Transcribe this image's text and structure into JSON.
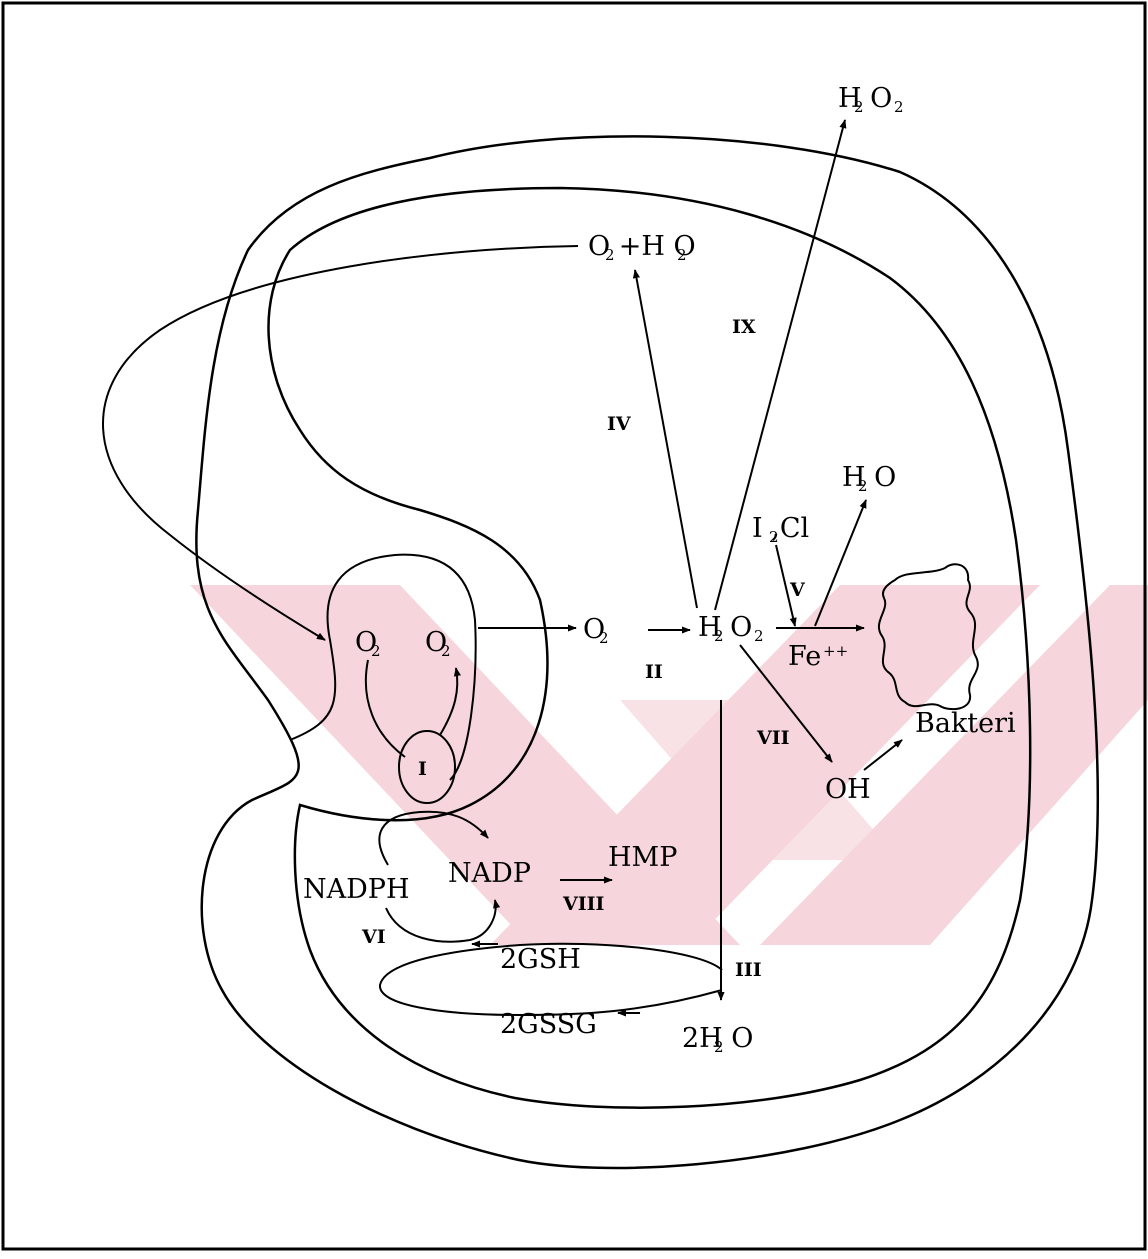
{
  "diagram": {
    "species": {
      "o2_left": "O",
      "o2_right": "O",
      "o2_mid": "O",
      "h2o2": "H O",
      "o2_h2o": "O +H O",
      "h2o2_top": "H O",
      "h2o_right": "H O",
      "icl": "I ,Cl",
      "fe": "Fe",
      "oh": "OH",
      "bakteri": "Bakteri",
      "nadph": "NADPH",
      "nadp": "NADP",
      "hmp": "HMP",
      "gsh": "2GSH",
      "gssg": "2GSSG",
      "h2o_bottom": "2H O"
    },
    "steps": {
      "i": "I",
      "ii": "II",
      "iii": "III",
      "iv": "IV",
      "v": "V",
      "vi": "VI",
      "vii": "VII",
      "viii": "VIII",
      "ix": "IX"
    },
    "colors": {
      "line": "#000000",
      "watermark": "#f6d6dc",
      "frame": "#000000"
    }
  }
}
